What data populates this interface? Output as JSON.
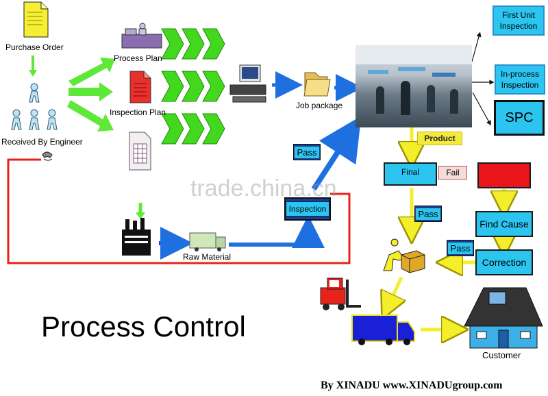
{
  "title": "Process Control",
  "footer": "By XINADU www.XINADUgroup.com",
  "watermark": "trade.china.cn",
  "nodes": {
    "purchase_order": "Purchase Order",
    "received_by_engineer": "Received By Engineer",
    "process_plan": "Process Plan",
    "inspection_plan": "Inspection Plan",
    "job_package": "Job package",
    "raw_material": "Raw Material",
    "inspection": "Inspection",
    "pass_upper": "Pass",
    "product": "Product",
    "final": "Final",
    "fail": "Fail",
    "pass_final": "Pass",
    "find_cause": "Find Cause",
    "pass_correction": "Pass",
    "correction": "Correction",
    "first_unit_inspection": "First Unit Inspection",
    "in_process_inspection": "In-process Inspection",
    "spc": "SPC",
    "customer": "Customer"
  },
  "colors": {
    "green_arrow": "#5fe83a",
    "blue_arrow": "#1e6fe0",
    "yellow_arrow": "#f5ee2a",
    "red_line": "#e8231a",
    "cyan_box": "#2cc5f0",
    "navy_box": "#1b3d8f",
    "red_box": "#e8151b",
    "product_tag": "#f3ea3b"
  }
}
